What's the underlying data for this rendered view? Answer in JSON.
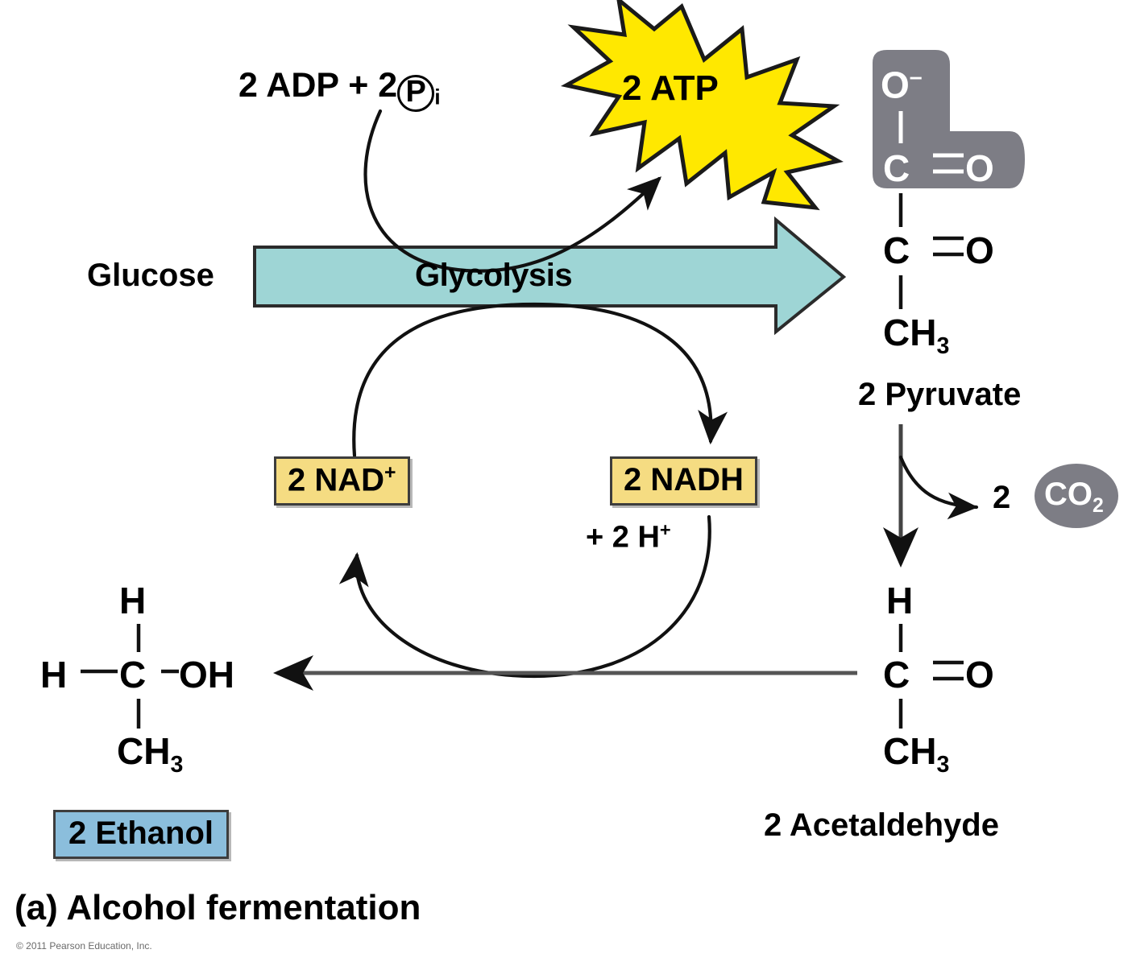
{
  "figure": {
    "caption": "(a) Alcohol fermentation",
    "copyright": "© 2011 Pearson Education, Inc."
  },
  "colors": {
    "glycolysis_arrow": "#9ed5d5",
    "atp_burst": "#ffe800",
    "nad_box": "#f5dc82",
    "ethanol_box": "#8bbedc",
    "highlight_gray": "#7d7d85",
    "outline": "#222222"
  },
  "inputs": {
    "glucose_label": "Glucose",
    "adp_prefix": "2 ADP + 2",
    "adp_phosphate_symbol": "P",
    "adp_phosphate_subscript": "i"
  },
  "glycolysis": {
    "label": "Glycolysis"
  },
  "atp": {
    "label": "2 ATP"
  },
  "redox_cycle": {
    "nad_plus": {
      "text": "2 NAD",
      "superscript": "+"
    },
    "nadh": {
      "text": "2 NADH"
    },
    "protons": {
      "text": "+ 2 H",
      "superscript": "+"
    }
  },
  "pyruvate": {
    "name": "2 Pyruvate",
    "atoms": {
      "carboxyl_oxygen": "O",
      "carboxyl_charge": "–",
      "carboxyl_carbon": "C",
      "carboxyl_double_oxygen": "O",
      "keto_carbon": "C",
      "keto_oxygen": "O",
      "methyl": "CH",
      "methyl_subscript": "3"
    }
  },
  "co2": {
    "count": "2",
    "formula": "CO",
    "subscript": "2"
  },
  "acetaldehyde": {
    "name": "2 Acetaldehyde",
    "atoms": {
      "hydrogen": "H",
      "carbon": "C",
      "oxygen": "O",
      "methyl": "CH",
      "methyl_subscript": "3"
    }
  },
  "ethanol": {
    "name": "2 Ethanol",
    "atoms": {
      "hydrogen_top": "H",
      "hydrogen_left": "H",
      "carbon": "C",
      "hydroxyl": "OH",
      "methyl": "CH",
      "methyl_subscript": "3"
    }
  }
}
